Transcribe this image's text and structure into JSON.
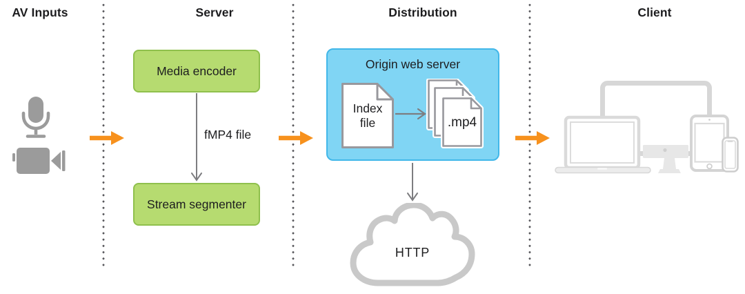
{
  "columns": [
    {
      "id": "av-inputs",
      "label": "AV Inputs"
    },
    {
      "id": "server",
      "label": "Server"
    },
    {
      "id": "distribution",
      "label": "Distribution"
    },
    {
      "id": "client",
      "label": "Client"
    }
  ],
  "server": {
    "encoder_label": "Media encoder",
    "flow_label": "fMP4 file",
    "segmenter_label": "Stream segmenter"
  },
  "distribution": {
    "origin_label": "Origin web server",
    "index_doc_label": "Index file",
    "media_doc_label": ".mp4",
    "cloud_label": "HTTP"
  },
  "icons": {
    "av_inputs": [
      "microphone-icon",
      "video-camera-icon"
    ],
    "distribution": [
      "document-icon",
      "document-stack-icon",
      "cloud-icon"
    ],
    "client_devices": [
      "desktop-display-icon",
      "imac-icon",
      "macbook-icon",
      "ipad-icon",
      "iphone-icon"
    ],
    "connectors": [
      "orange-flow-arrow",
      "gray-arrow",
      "dotted-divider"
    ]
  },
  "colors": {
    "accent_orange": "#f7911d",
    "green_box_fill": "#b6db70",
    "green_box_border": "#8fc04c",
    "blue_box_fill": "#80d5f4",
    "blue_box_border": "#41b7e9",
    "icon_gray": "#9b9b9b",
    "connector_gray": "#7d7d80",
    "device_gray": "#d7d7d7",
    "cloud_gray": "#c9c9c9",
    "text": "#1d1d1f"
  }
}
